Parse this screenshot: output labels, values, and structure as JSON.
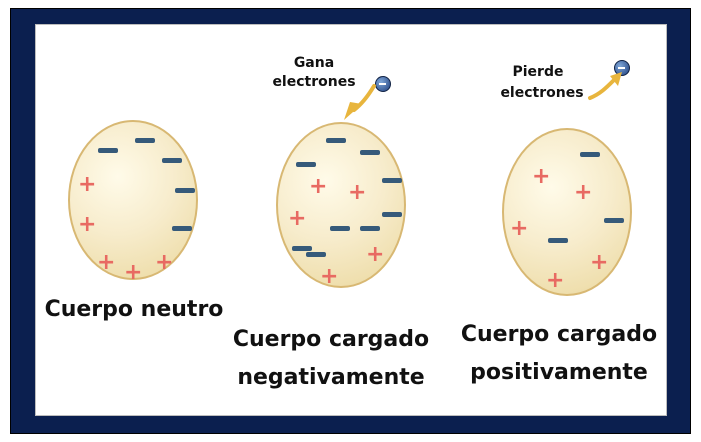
{
  "neutral": {
    "caption": "Cuerpo neutro"
  },
  "negative": {
    "label_line1": "Gana",
    "label_line2": "electrones",
    "caption_line1": "Cuerpo cargado",
    "caption_line2": "negativamente"
  },
  "positive": {
    "label_line1": "Pierde",
    "label_line2": "electrones",
    "caption_line1": "Cuerpo cargado",
    "caption_line2": "positivamente"
  },
  "colors": {
    "frame": "#0b1f4f",
    "plus": "#e86a62",
    "minus": "#365a7a",
    "arrow": "#e8b53d"
  }
}
